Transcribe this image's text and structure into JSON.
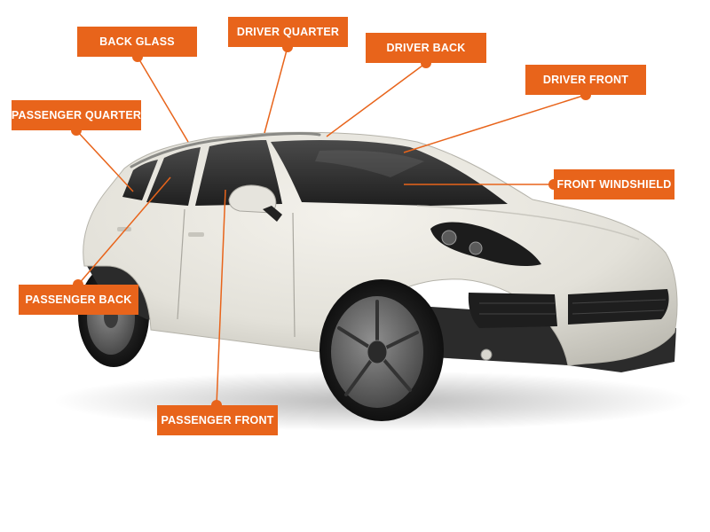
{
  "diagram": {
    "accent_color": "#e8641b",
    "label_text_color": "#ffffff",
    "car_icon": "suv-car-illustration",
    "labels": {
      "back_glass": "BACK GLASS",
      "driver_quarter": "DRIVER QUARTER",
      "driver_back": "DRIVER BACK",
      "driver_front": "DRIVER FRONT",
      "passenger_quarter": "PASSENGER QUARTER",
      "front_windshield": "FRONT WINDSHIELD",
      "passenger_back": "PASSENGER BACK",
      "passenger_front": "PASSENGER FRONT"
    }
  }
}
